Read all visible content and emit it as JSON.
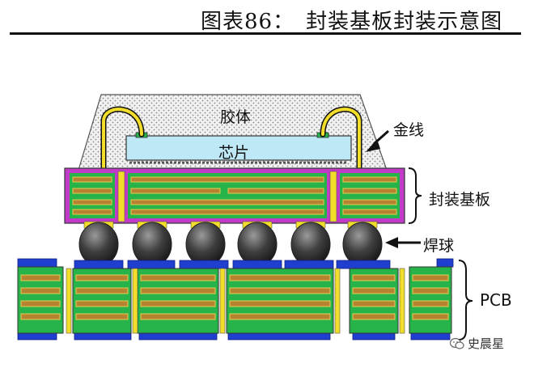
{
  "figure": {
    "title": "图表86：　封装基板封装示意图"
  },
  "labels": {
    "body": "胶体",
    "chip": "芯片",
    "wire": "金线",
    "substrate": "封装基板",
    "ball": "焊球",
    "pcb": "PCB"
  },
  "watermark": {
    "text": "史晨星",
    "icon": "wechat-icon"
  },
  "colors": {
    "mold": "#d8d8d8",
    "chip": "#bfe8f7",
    "substrate_frame": "#c23bc8",
    "green_core": "#25b34a",
    "copper_trace": "#b58332",
    "gold_wire": "#f2dd2a",
    "solder_ball": "#3e3e3e",
    "pcb_pad": "#1f3fd1"
  }
}
